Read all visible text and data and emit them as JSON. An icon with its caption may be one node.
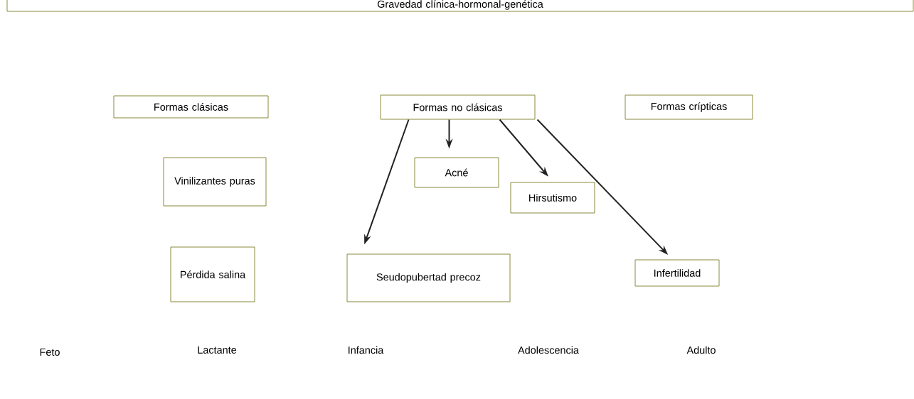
{
  "diagram": {
    "nodes": [
      {
        "text": [
          "Gravedad clínica-hormonal-genética"
        ]
      },
      {
        "text": [
          "Formas clásicas"
        ]
      },
      {
        "text": [
          "Formas no clásicas"
        ]
      },
      {
        "text": [
          "Formas crípticas"
        ]
      },
      {
        "text": [
          "Vinilizantes puras"
        ]
      },
      {
        "text": [
          "Acné"
        ]
      },
      {
        "text": [
          "Hirsutismo"
        ]
      },
      {
        "text": [
          "Pérdida salina"
        ]
      },
      {
        "text": [
          "Seudopubertad precoz"
        ]
      },
      {
        "text": [
          "Infertilidad"
        ]
      }
    ],
    "edges": [
      {
        "from": 2,
        "to": 8,
        "arrow": "to"
      },
      {
        "from": 2,
        "to": 5,
        "arrow": "to"
      },
      {
        "from": 2,
        "to": 6,
        "arrow": "to"
      },
      {
        "from": 2,
        "to": 9,
        "arrow": "to"
      }
    ],
    "labels": [
      "Feto",
      "Lactante",
      "Infancia",
      "Adolescencia",
      "Adulto"
    ]
  }
}
